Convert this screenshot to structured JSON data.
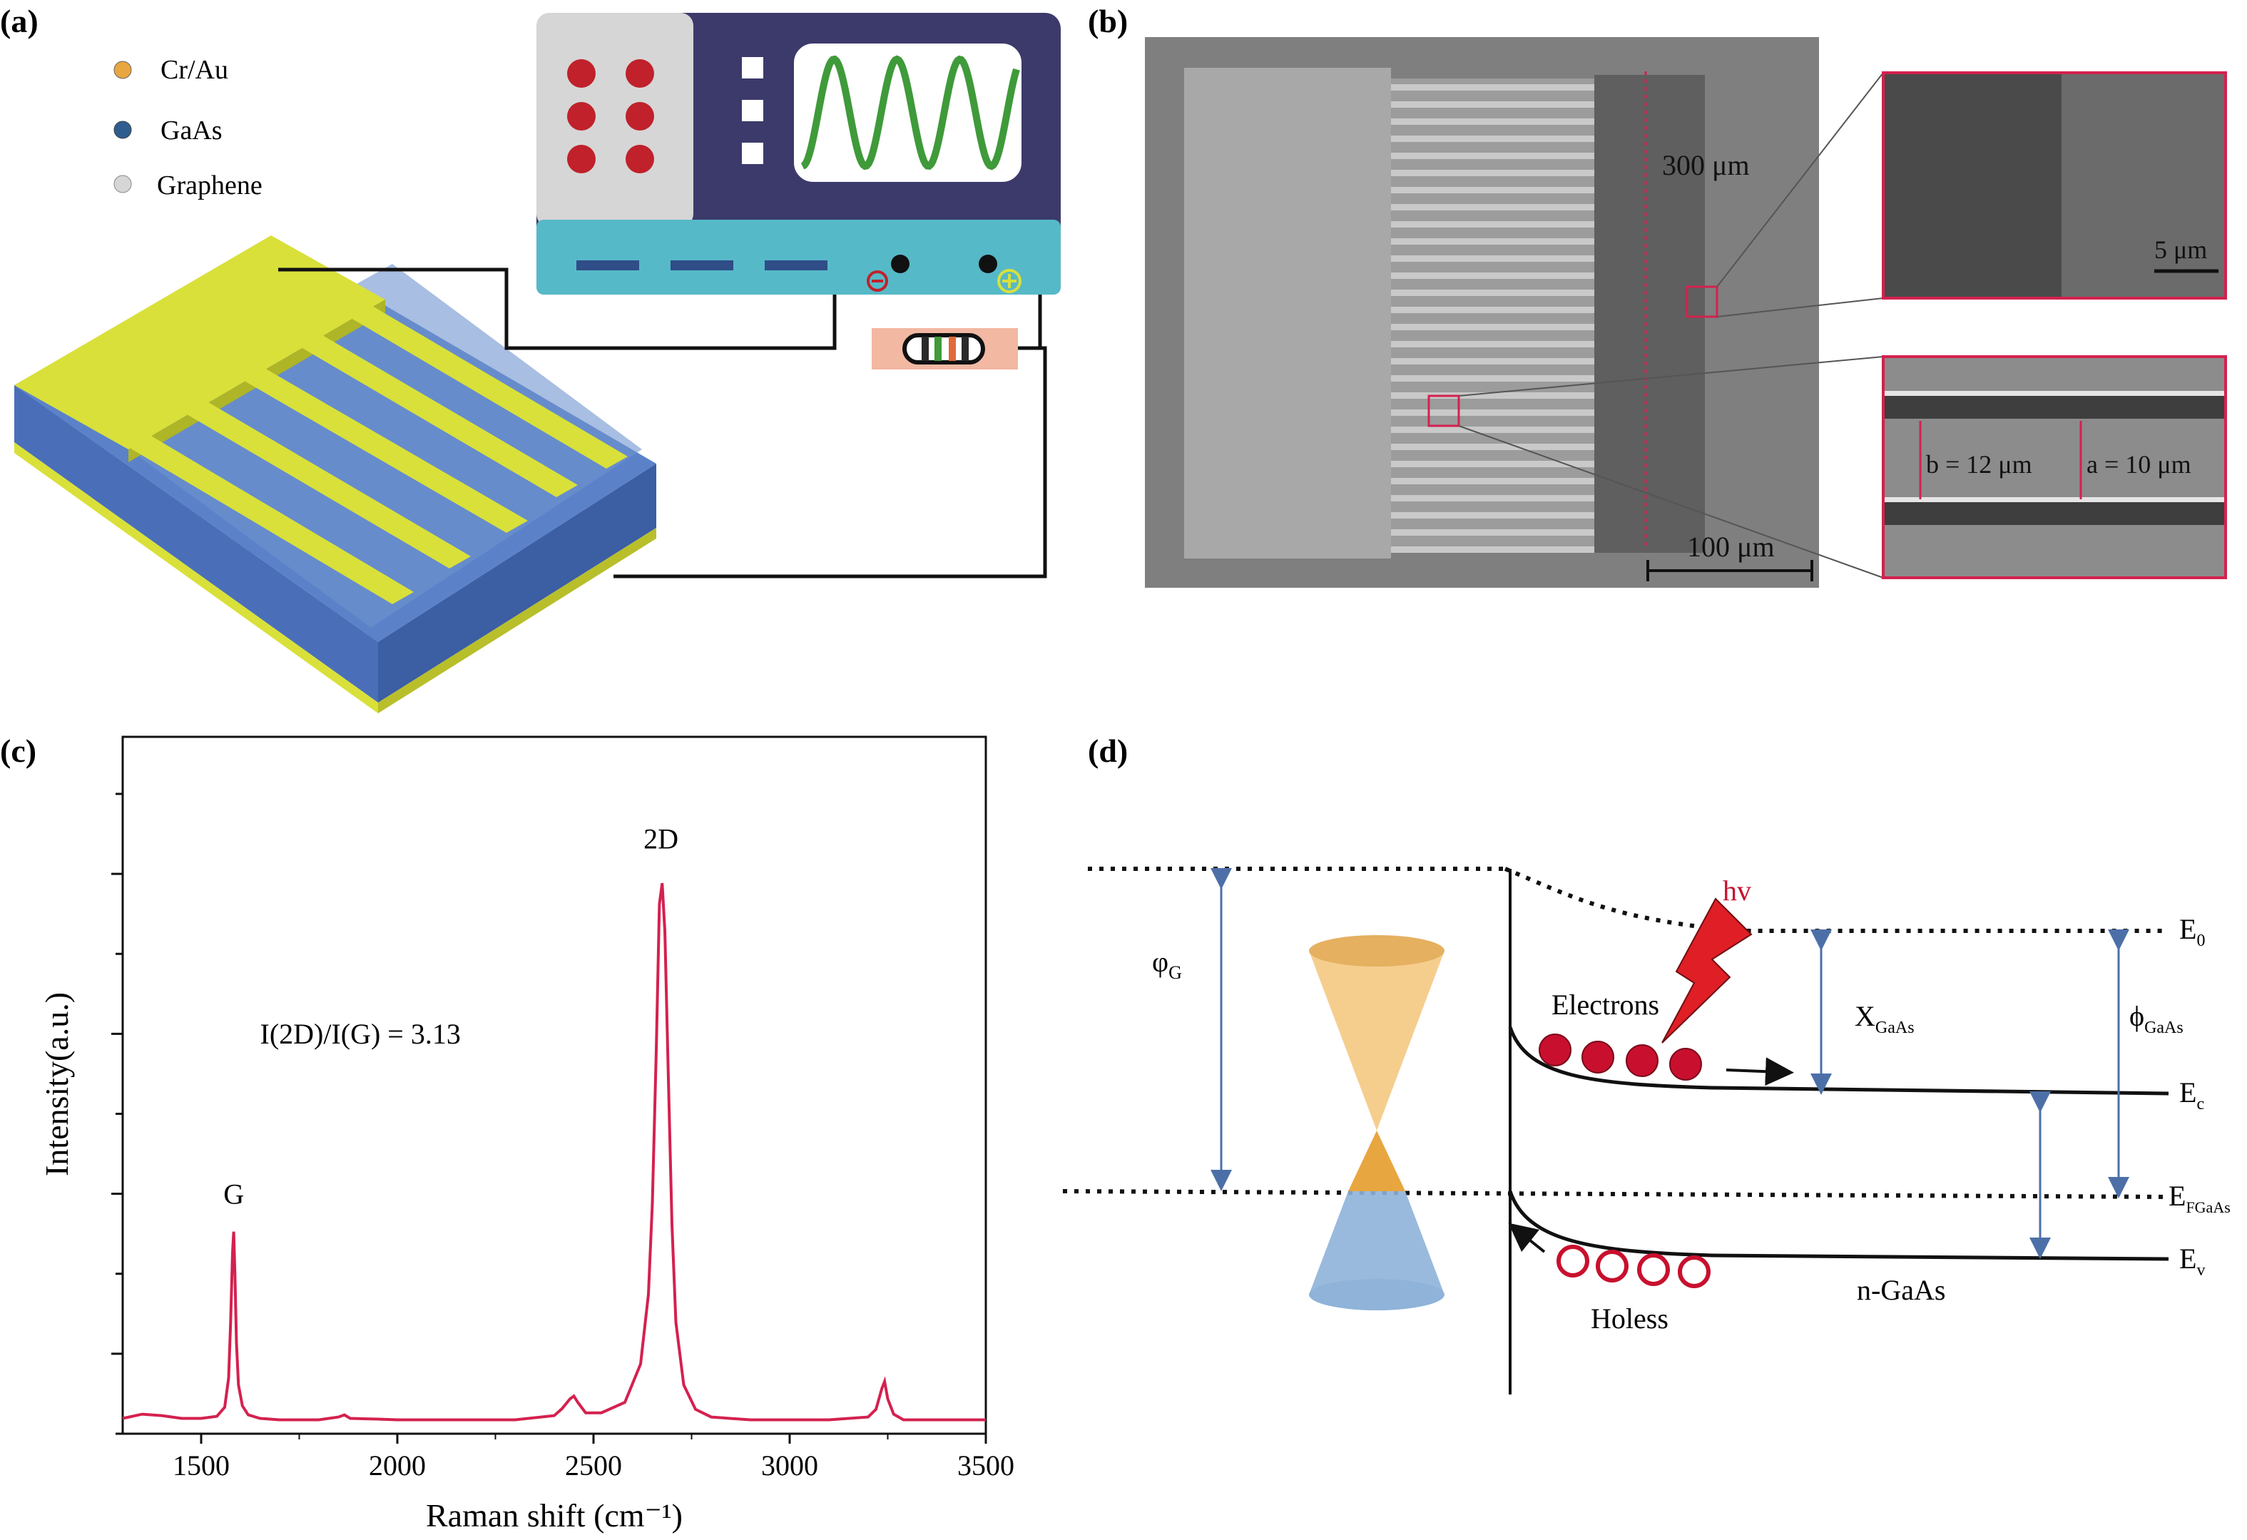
{
  "panel_labels": {
    "a": "(a)",
    "b": "(b)",
    "c": "(c)",
    "d": "(d)"
  },
  "panel_a": {
    "legend": [
      {
        "label": "Cr/Au",
        "color": "#e8a640"
      },
      {
        "label": "GaAs",
        "color": "#2f5d8f"
      },
      {
        "label": "Graphene",
        "color": "#d6d6d6"
      }
    ],
    "colors": {
      "electrode": "#d9e03a",
      "substrate": "#5b82c9",
      "scope_body": "#3c3a6b",
      "scope_panel": "#d6d6d6",
      "scope_base": "#56b9c8",
      "wave": "#3f9a3a",
      "knob": "#c0212b",
      "resistor": "#f2b8a2"
    }
  },
  "panel_b": {
    "label_300": "300 μm",
    "label_100": "100 μm",
    "label_5": "5 μm",
    "label_b": "b = 12 μm",
    "label_a": "a = 10 μm",
    "marker_color": "#d4214f"
  },
  "chart_data": {
    "type": "line",
    "title": "",
    "xlabel": "Raman shift (cm⁻¹)",
    "ylabel": "Intensity(a.u.)",
    "xlim": [
      1300,
      3500
    ],
    "ylim": [
      0,
      1
    ],
    "xticks": [
      1500,
      2000,
      2500,
      3000,
      3500
    ],
    "series": [
      {
        "color": "#d4214f",
        "x": [
          1300,
          1350,
          1400,
          1450,
          1500,
          1540,
          1560,
          1570,
          1575,
          1580,
          1583,
          1586,
          1590,
          1595,
          1605,
          1620,
          1650,
          1700,
          1800,
          1850,
          1865,
          1880,
          1950,
          2000,
          2100,
          2200,
          2300,
          2400,
          2420,
          2440,
          2450,
          2460,
          2480,
          2520,
          2580,
          2620,
          2640,
          2650,
          2660,
          2668,
          2675,
          2682,
          2690,
          2700,
          2710,
          2730,
          2760,
          2800,
          2900,
          3000,
          3100,
          3200,
          3220,
          3235,
          3242,
          3250,
          3265,
          3290,
          3350,
          3500
        ],
        "y": [
          0.022,
          0.028,
          0.026,
          0.022,
          0.022,
          0.025,
          0.038,
          0.08,
          0.16,
          0.26,
          0.29,
          0.23,
          0.13,
          0.07,
          0.04,
          0.027,
          0.022,
          0.02,
          0.02,
          0.024,
          0.027,
          0.022,
          0.021,
          0.02,
          0.02,
          0.02,
          0.02,
          0.026,
          0.036,
          0.05,
          0.054,
          0.045,
          0.03,
          0.03,
          0.045,
          0.1,
          0.2,
          0.33,
          0.55,
          0.76,
          0.79,
          0.72,
          0.53,
          0.3,
          0.16,
          0.07,
          0.035,
          0.024,
          0.02,
          0.02,
          0.02,
          0.024,
          0.035,
          0.065,
          0.075,
          0.05,
          0.028,
          0.02,
          0.02,
          0.02
        ]
      }
    ],
    "annotations": [
      {
        "text": "G",
        "x": 1583,
        "y": 0.33
      },
      {
        "text": "2D",
        "x": 2672,
        "y": 0.84
      },
      {
        "text": "I(2D)/I(G) = 3.13",
        "x": 1650,
        "y": 0.56
      }
    ]
  },
  "panel_d": {
    "phi_G": "φ",
    "phi_G_sub": "G",
    "hv": "hv",
    "electrons": "Electrons",
    "holes": "Holess",
    "n_gaas": "n-GaAs",
    "chi": "X",
    "chi_sub": "GaAs",
    "phi_gaas": "ϕ",
    "phi_gaas_sub": "GaAs",
    "E0": "E",
    "E0_sub": "0",
    "Ec": "E",
    "Ec_sub": "c",
    "EF": "E",
    "EF_sub": "FGaAs",
    "Ev": "E",
    "Ev_sub": "v",
    "colors": {
      "electron": "#c8102e",
      "arrow": "#4d6fa8",
      "cone_top": "#f3c57a",
      "cone_bottom": "#8fb3d9"
    }
  }
}
